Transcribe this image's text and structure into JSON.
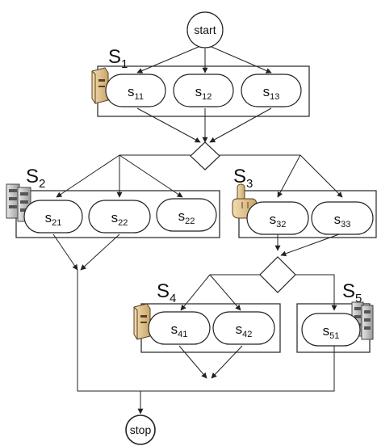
{
  "nodes": {
    "start": "start",
    "stop": "stop"
  },
  "groups": {
    "s1": {
      "label": "S",
      "sub": "1",
      "icon": "server-tower-icon"
    },
    "s2": {
      "label": "S",
      "sub": "2",
      "icon": "server-rack-icon"
    },
    "s3": {
      "label": "S",
      "sub": "3",
      "icon": "hand-pointer-icon"
    },
    "s4": {
      "label": "S",
      "sub": "4",
      "icon": "server-tower-icon"
    },
    "s5": {
      "label": "S",
      "sub": "5",
      "icon": "server-rack-icon"
    }
  },
  "services": {
    "s11": {
      "label": "s",
      "sub": "11"
    },
    "s12": {
      "label": "s",
      "sub": "12"
    },
    "s13": {
      "label": "s",
      "sub": "13"
    },
    "s21": {
      "label": "s",
      "sub": "21"
    },
    "s22a": {
      "label": "s",
      "sub": "22"
    },
    "s22b": {
      "label": "s",
      "sub": "22"
    },
    "s32": {
      "label": "s",
      "sub": "32"
    },
    "s33": {
      "label": "s",
      "sub": "33"
    },
    "s41": {
      "label": "s",
      "sub": "41"
    },
    "s42": {
      "label": "s",
      "sub": "42"
    },
    "s51": {
      "label": "s",
      "sub": "51"
    }
  }
}
